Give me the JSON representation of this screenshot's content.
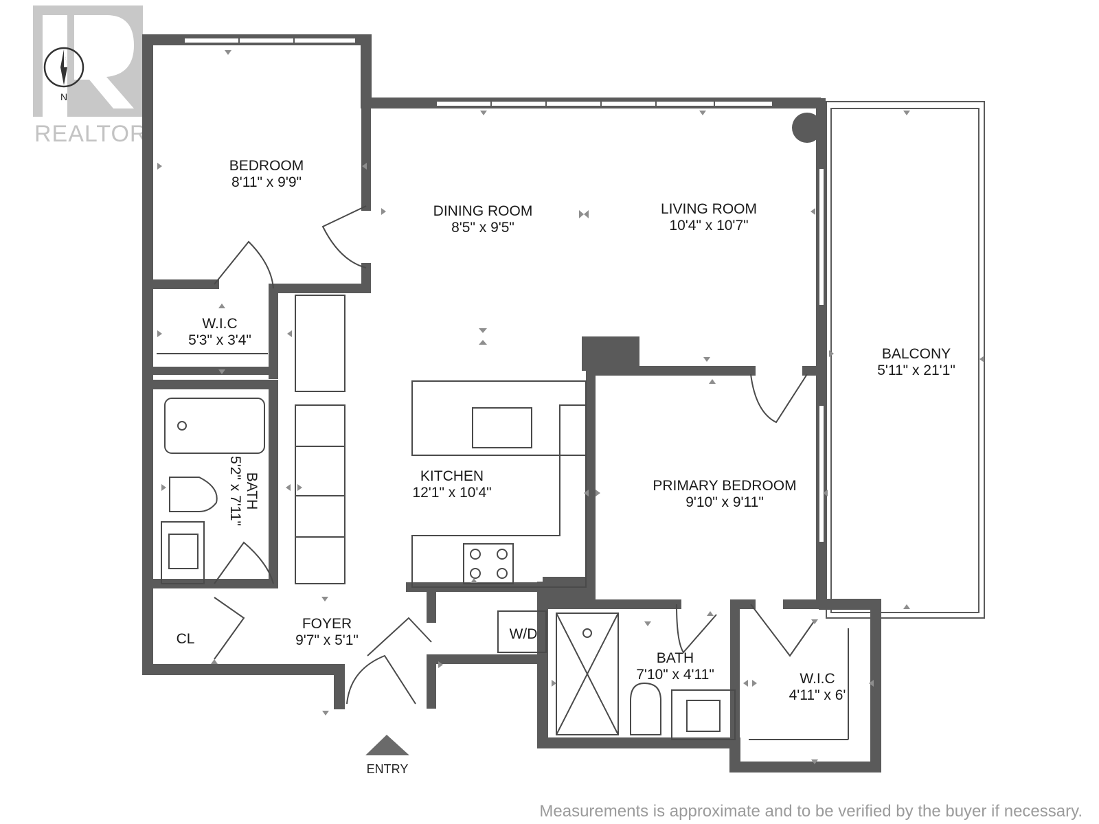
{
  "logo": {
    "text": "REALTOR",
    "registered": "®"
  },
  "compass": {
    "label": "N"
  },
  "rooms": {
    "bedroom": {
      "name": "BEDROOM",
      "dim": "8'11\" x 9'9\""
    },
    "dining": {
      "name": "DINING ROOM",
      "dim": "8'5\" x 9'5\""
    },
    "living": {
      "name": "LIVING ROOM",
      "dim": "10'4\" x 10'7\""
    },
    "wic1": {
      "name": "W.I.C",
      "dim": "5'3\" x 3'4\""
    },
    "balcony": {
      "name": "BALCONY",
      "dim": "5'11\" x 21'1\""
    },
    "bath1": {
      "name": "BATH",
      "dim": "5'2\" x 7'11\""
    },
    "kitchen": {
      "name": "KITCHEN",
      "dim": "12'1\" x 10'4\""
    },
    "primary": {
      "name": "PRIMARY BEDROOM",
      "dim": "9'10\" x 9'11\""
    },
    "closet": {
      "name": "CL"
    },
    "foyer": {
      "name": "FOYER",
      "dim": "9'7\" x 5'1\""
    },
    "washer": {
      "name": "W/D"
    },
    "bath2": {
      "name": "BATH",
      "dim": "7'10\" x 4'11\""
    },
    "wic2": {
      "name": "W.I.C",
      "dim": "4'11\" x 6'"
    }
  },
  "entry": {
    "label": "ENTRY"
  },
  "disclaimer": "Measurements is approximate and to be verified by the buyer if necessary.",
  "colors": {
    "wall": "#5a5a5a",
    "logo": "#c3c3c3",
    "marker": "#8e8e8e"
  }
}
